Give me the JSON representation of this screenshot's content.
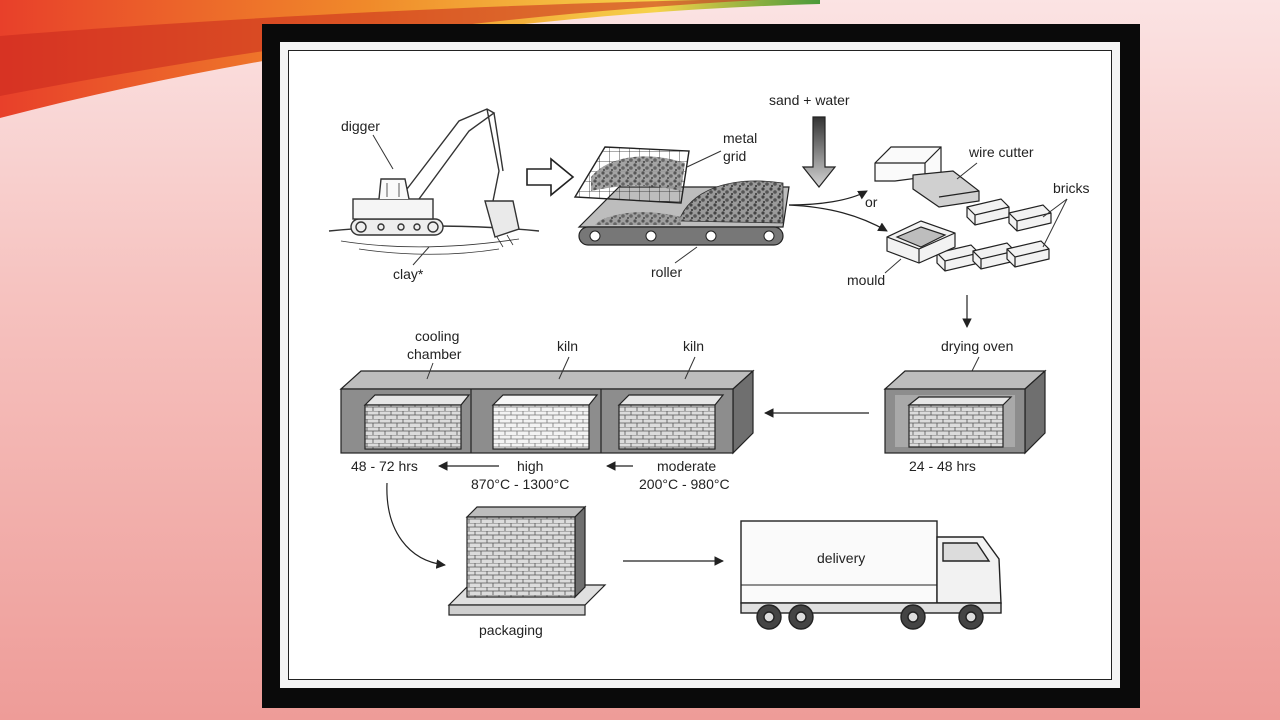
{
  "colors": {
    "background": "#f6c3c0",
    "frame": "#0a0a0a",
    "diagram_bg": "#ffffff",
    "box_fill": "#8d8d8d",
    "box_top": "#bdbdbd",
    "brick_fill": "#d9d9d9",
    "line": "#222222"
  },
  "labels": {
    "digger": "digger",
    "clay": "clay*",
    "metal": "metal",
    "grid": "grid",
    "roller": "roller",
    "sand_water": "sand + water",
    "or": "or",
    "wire_cutter": "wire cutter",
    "bricks": "bricks",
    "mould": "mould",
    "drying_oven": "drying oven",
    "drying_time": "24 - 48 hrs",
    "cooling": "cooling",
    "chamber": "chamber",
    "kiln_left": "kiln",
    "kiln_right": "kiln",
    "cooling_time": "48 - 72 hrs",
    "high": "high",
    "high_temp": "870°C - 1300°C",
    "moderate": "moderate",
    "moderate_temp": "200°C - 980°C",
    "packaging": "packaging",
    "delivery": "delivery"
  }
}
